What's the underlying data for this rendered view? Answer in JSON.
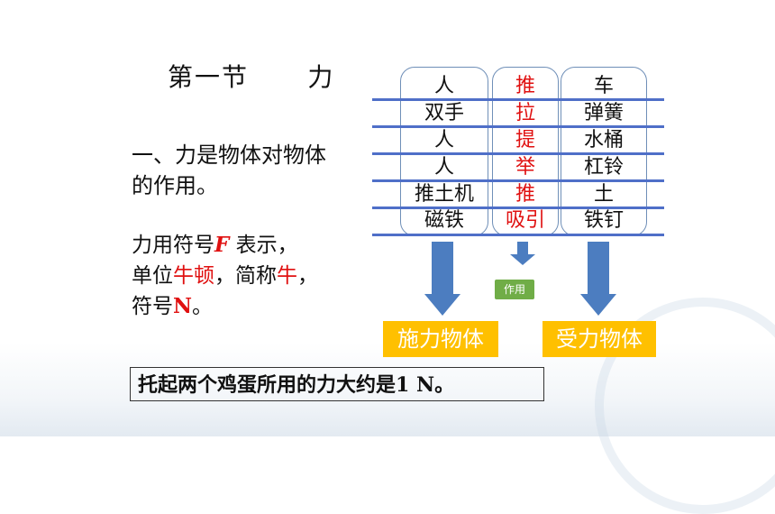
{
  "title": {
    "main": "第一节",
    "char": "力"
  },
  "definition": {
    "line1": "一、力是物体对物体",
    "line2": "的作用。"
  },
  "symbol_text": {
    "l1_a": "力用符号",
    "l1_F": "F",
    "l1_b": " 表示，",
    "l2_a": "单位",
    "l2_unit": "牛顿",
    "l2_b": "，简称",
    "l2_short": "牛",
    "l2_c": "，",
    "l3_a": "符号",
    "l3_N": "N",
    "l3_b": "。"
  },
  "table": {
    "agents": [
      "人",
      "双手",
      "人",
      "人",
      "推土机",
      "磁铁"
    ],
    "actions": [
      "推",
      "拉",
      "提",
      "举",
      "推",
      "吸引"
    ],
    "receivers": [
      "车",
      "弹簧",
      "水桶",
      "杠铃",
      "土",
      "铁钉"
    ]
  },
  "labels": {
    "agent": "施力物体",
    "action": "作用",
    "receiver": "受力物体"
  },
  "note": "托起两个鸡蛋所用的力大约是1 N。",
  "colors": {
    "accent_red": "#e01010",
    "arrow_blue": "#4c7dc0",
    "label_yellow": "#ffc000",
    "tag_green": "#70ad47"
  }
}
